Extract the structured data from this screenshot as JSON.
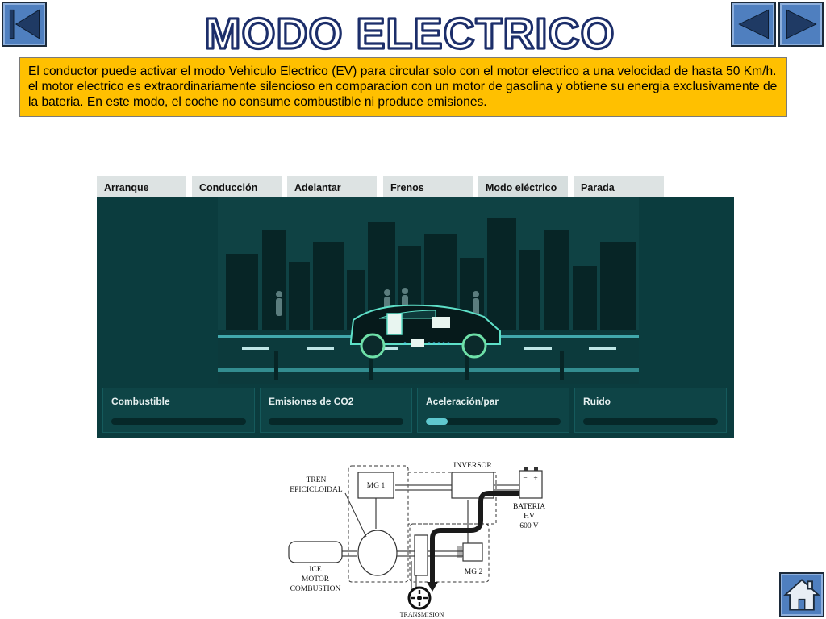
{
  "slide": {
    "title": "MODO ELECTRICO",
    "description": "El conductor puede activar el modo Vehiculo Electrico (EV) para circular solo con el motor electrico a una velocidad de hasta 50 Km/h. el motor electrico es extraordinariamente silencioso en comparacion con un motor de gasolina y obtiene su energia exclusivamente de la bateria. En este modo, el coche no consume combustible ni produce emisiones."
  },
  "nav": {
    "first_icon": "first-slide-icon",
    "prev_icon": "previous-slide-icon",
    "next_icon": "next-slide-icon",
    "home_icon": "home-icon"
  },
  "simulator": {
    "tabs": [
      {
        "label": "Arranque"
      },
      {
        "label": "Conducción"
      },
      {
        "label": "Adelantar"
      },
      {
        "label": "Frenos"
      },
      {
        "label": "Modo eléctrico"
      },
      {
        "label": "Parada"
      }
    ],
    "active_tab": "Modo eléctrico",
    "gauges": [
      {
        "label": "Combustible",
        "level": 0
      },
      {
        "label": "Emisiones de CO2",
        "level": 0
      },
      {
        "label": "Aceleración/par",
        "level": 0.16
      },
      {
        "label": "Ruido",
        "level": 0
      }
    ]
  },
  "diagram": {
    "inversor": "INVERSOR",
    "tren_line1": "TREN",
    "tren_line2": "EPICICLOIDAL",
    "mg1": "MG 1",
    "bateria_line1": "BATERIA",
    "bateria_line2": "HV",
    "bateria_line3": "600 V",
    "battery_minus": "−",
    "battery_plus": "+",
    "ice_line1": "ICE",
    "ice_line2": "MOTOR",
    "ice_line3": "COMBUSTION",
    "mg2": "MG 2",
    "transmision": "TRANSMISION"
  },
  "colors": {
    "nav_button": "#4f7fbf",
    "description_bg": "#ffc000",
    "sim_bg": "#0b3c3e",
    "accent": "#5fc8cf"
  }
}
